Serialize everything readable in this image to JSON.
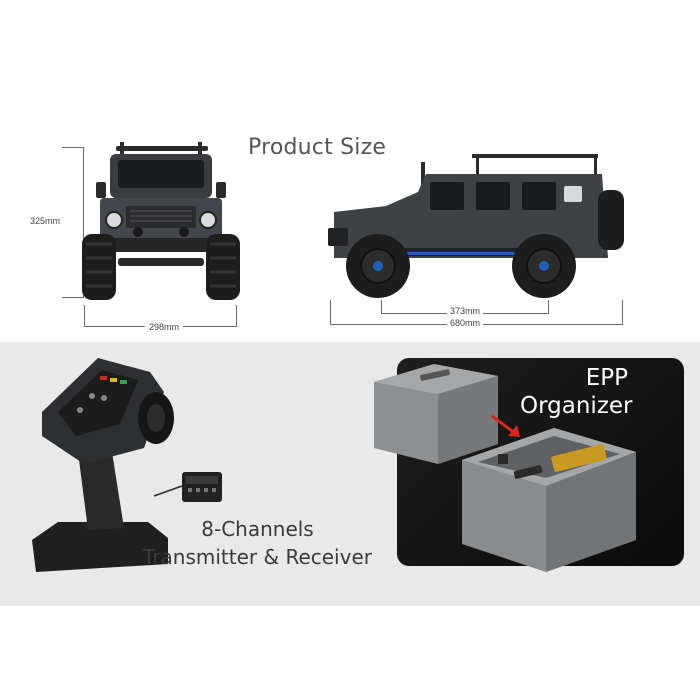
{
  "product_size": {
    "title": "Product Size",
    "height_label": "325mm",
    "width_label": "298mm",
    "wheelbase_label": "373mm",
    "length_label": "680mm"
  },
  "accessories": {
    "transmitter_line1": "8-Channels",
    "transmitter_line2": "Transmitter & Receiver",
    "organizer_line1": "EPP",
    "organizer_line2": "Organizer"
  },
  "colors": {
    "car_body": "#3f4245",
    "tire": "#1d1d1d",
    "accent_blue": "#1f5fb8",
    "foam": "#8e8f91",
    "arrow_red": "#d8261c",
    "battery_gold": "#c99a22"
  }
}
